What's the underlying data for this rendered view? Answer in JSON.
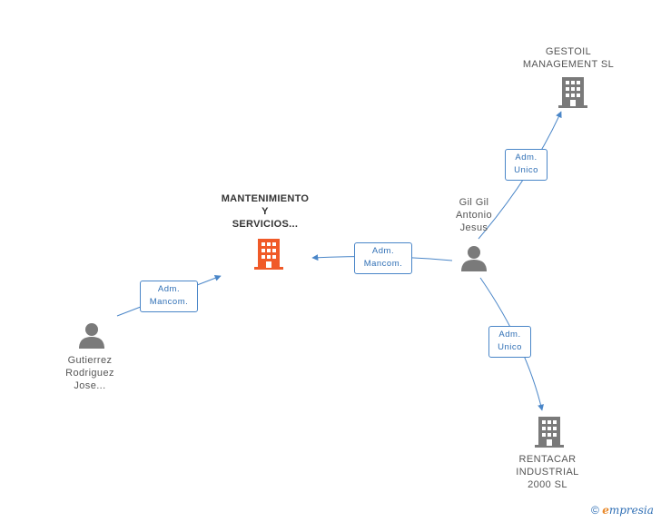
{
  "nodes": {
    "main_company": {
      "label": "MANTENIMIENTO\nY\nSERVICIOS...",
      "type": "company",
      "color": "#f05a28"
    },
    "gestoil": {
      "label": "GESTOIL\nMANAGEMENT SL",
      "type": "company",
      "color": "#7a7a7a"
    },
    "rentacar": {
      "label": "RENTACAR\nINDUSTRIAL\n2000 SL",
      "type": "company",
      "color": "#7a7a7a"
    },
    "gil": {
      "label": "Gil Gil\nAntonio\nJesus",
      "type": "person",
      "color": "#7a7a7a"
    },
    "gutierrez": {
      "label": "Gutierrez\nRodriguez\nJose...",
      "type": "person",
      "color": "#7a7a7a"
    }
  },
  "edges": {
    "gutierrez_main": {
      "label": "Adm.\nMancom."
    },
    "gil_main": {
      "label": "Adm.\nMancom."
    },
    "gil_gestoil": {
      "label": "Adm.\nUnico"
    },
    "gil_rentacar": {
      "label": "Adm.\nUnico"
    }
  },
  "colors": {
    "edge": "#4a86c8",
    "accent": "#f05a28",
    "icon": "#7a7a7a"
  },
  "brand": {
    "symbol": "©",
    "first_letter": "e",
    "rest": "mpresia"
  }
}
